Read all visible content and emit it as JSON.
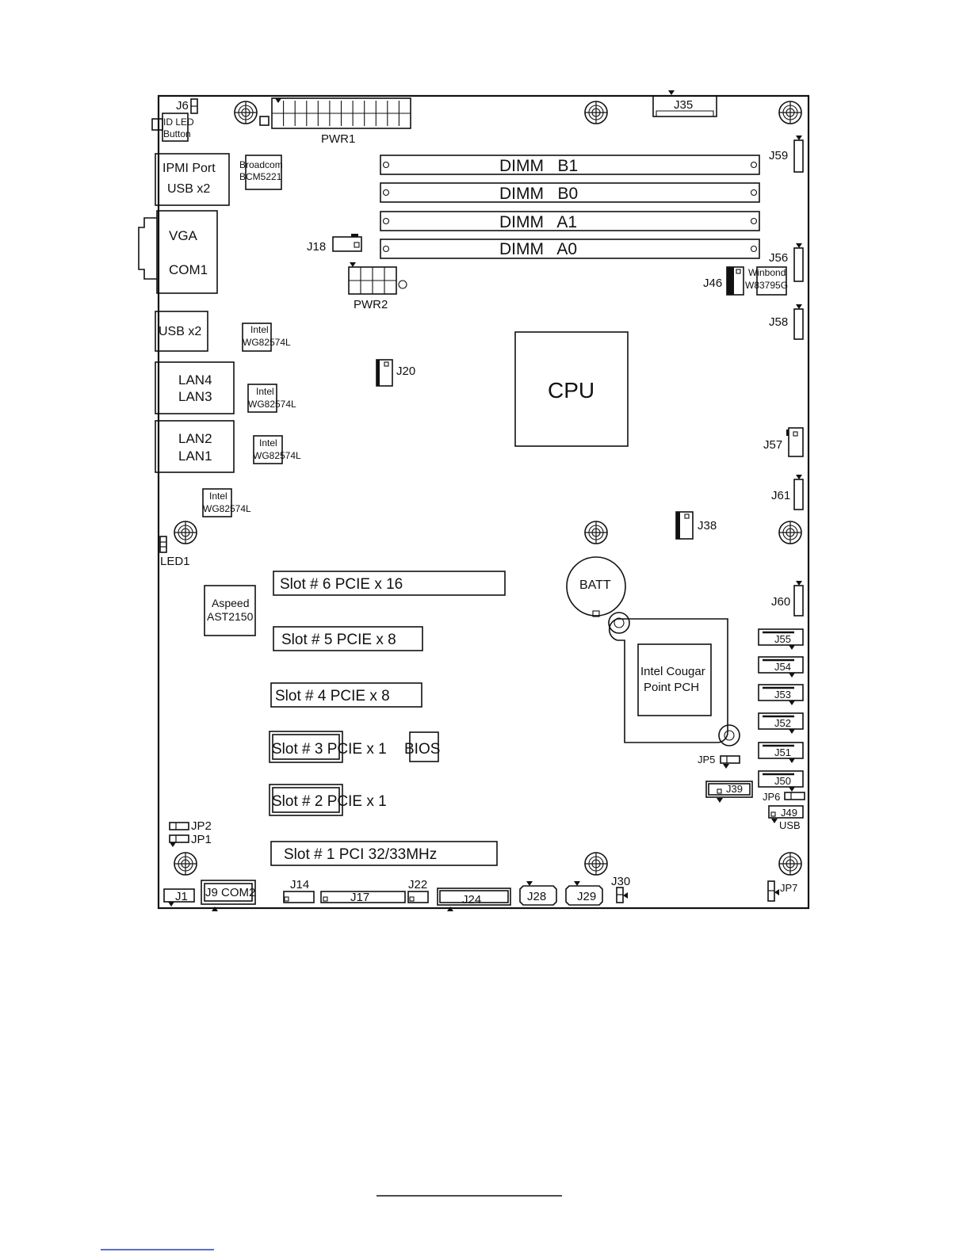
{
  "labels": {
    "j6": "J6",
    "id_led_1": "ID LED",
    "id_led_2": "Button",
    "pwr1": "PWR1",
    "j35": "J35",
    "j59": "J59",
    "ipmi_1": "IPMI Port",
    "ipmi_2": "USB x2",
    "broadcom_1": "Broadcom",
    "broadcom_2": "BCM5221",
    "dimm_b1": "DIMM   B1",
    "dimm_b0": "DIMM   B0",
    "dimm_a1": "DIMM   A1",
    "dimm_a0": "DIMM   A0",
    "vga": "VGA",
    "com1": "COM1",
    "j18": "J18",
    "pwr2": "PWR2",
    "j56": "J56",
    "j46": "J46",
    "winbond_1": "Winbond",
    "winbond_2": "W83795G",
    "usb_x2": "USB x2",
    "intel": "Intel",
    "wg82574l": "WG82574L",
    "j58": "J58",
    "j20": "J20",
    "lan4": "LAN4",
    "lan3": "LAN3",
    "cpu": "CPU",
    "lan2": "LAN2",
    "lan1": "LAN1",
    "j57": "J57",
    "j61": "J61",
    "j38": "J38",
    "led1": "LED1",
    "batt": "BATT",
    "slot6": "Slot # 6 PCIE x 16",
    "aspeed_1": "Aspeed",
    "aspeed_2": "AST2150",
    "j60": "J60",
    "slot5": "Slot # 5 PCIE x 8",
    "j55": "J55",
    "j54": "J54",
    "pch_1": "Intel Cougar",
    "pch_2": "Point PCH",
    "j53": "J53",
    "slot4": "Slot # 4 PCIE x 8",
    "j52": "J52",
    "slot3": "Slot # 3 PCIE x 1",
    "bios": "BIOS",
    "j51": "J51",
    "jp5": "JP5",
    "j50": "J50",
    "j39": "J39",
    "jp6": "JP6",
    "slot2": "Slot # 2 PCIE x 1",
    "j49": "J49",
    "usb": "USB",
    "jp2": "JP2",
    "jp1": "JP1",
    "slot1": "Slot # 1 PCI 32/33MHz",
    "j1": "J1",
    "j9": "J9 COM2",
    "j14": "J14",
    "j17": "J17",
    "j22": "J22",
    "j24": "J24",
    "j28": "J28",
    "j29": "J29",
    "j30": "J30",
    "jp7": "JP7"
  }
}
